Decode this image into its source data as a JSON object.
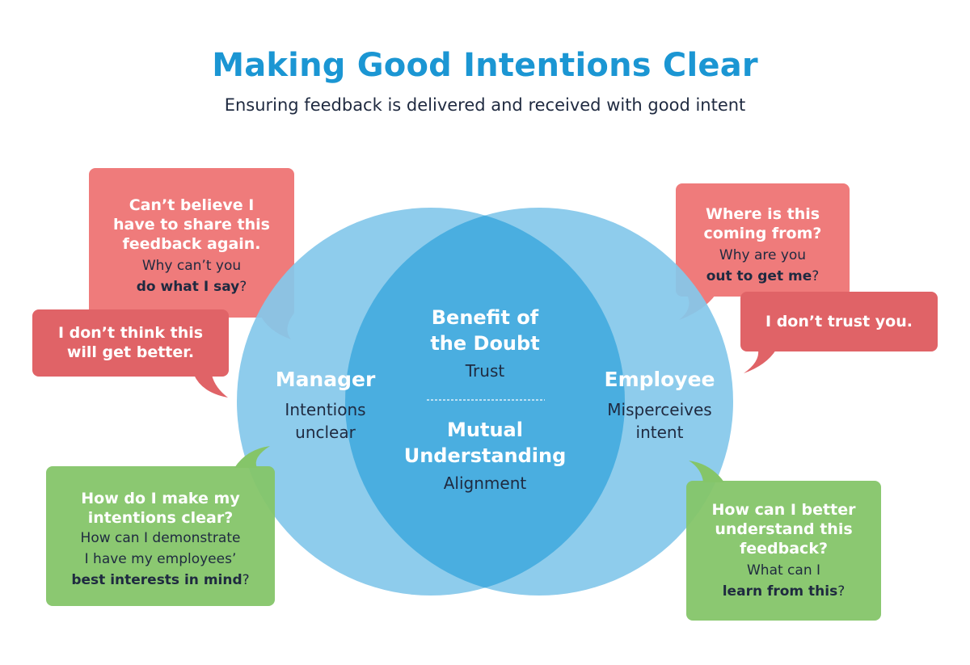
{
  "header": {
    "title": "Making Good Intentions Clear",
    "subtitle": "Ensuring feedback is delivered and received with good intent"
  },
  "manager": {
    "name": "Manager",
    "line1": "Intentions",
    "line2": "unclear"
  },
  "employee": {
    "name": "Employee",
    "line1": "Misperceives",
    "line2": "intent"
  },
  "center": {
    "top_head1": "Benefit of",
    "top_head2": "the Doubt",
    "top_sub": "Trust",
    "bottom_head1": "Mutual",
    "bottom_head2": "Understanding",
    "bottom_sub": "Alignment"
  },
  "bubbles": {
    "manager_top": {
      "head1": "Can’t believe I",
      "head2": "have to share this",
      "head3": "feedback again.",
      "q1": "Why can’t you",
      "q2_bold": "do what I say",
      "q2_end": "?"
    },
    "manager_mid": {
      "head1": "I don’t think this",
      "head2": "will get better."
    },
    "manager_green": {
      "head1": "How do I make my",
      "head2": "intentions clear?",
      "q1": "How can I demonstrate",
      "q2": "I have my employees’",
      "q3_bold": "best interests in mind",
      "q3_end": "?"
    },
    "employee_top": {
      "head1": "Where is this",
      "head2": "coming from?",
      "q1": "Why are you",
      "q2_bold": "out to get me",
      "q2_end": "?"
    },
    "employee_mid": {
      "head1": "I don’t trust you."
    },
    "employee_green": {
      "head1": "How can I better",
      "head2": "understand this",
      "head3": "feedback?",
      "q1": "What can I",
      "q2_bold": "learn from this",
      "q2_end": "?"
    }
  },
  "colors": {
    "title_blue": "#1b96d3",
    "circle_blue": "#84c8ea",
    "overlap_blue": "#4aaee0",
    "bubble_pink": "#ef7b7b",
    "bubble_red": "#e06367",
    "bubble_green": "#85c569",
    "dark_text": "#1f2a40"
  }
}
